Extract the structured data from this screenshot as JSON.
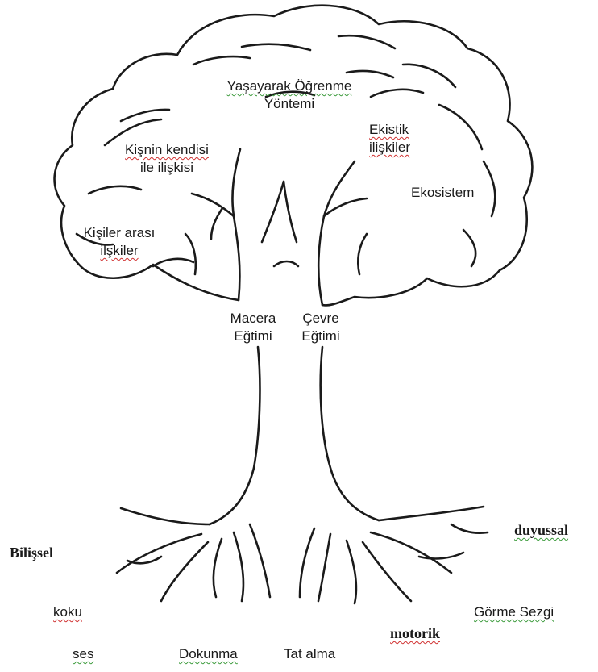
{
  "canopy": {
    "learning_method_line1": "Yaşayarak  Öğrenme",
    "learning_method_line2": "Yöntemi",
    "self_relation_line1": "Kişnin kendisi",
    "self_relation_line2": "ile ilişkisi",
    "ekistic_line1": "Ekistik",
    "ekistic_line2": "ilişkiler",
    "ecosystem": "Ekosistem",
    "interpersonal_line1": "Kişiler arası",
    "interpersonal_line2": "ilşkiler"
  },
  "trunk": {
    "adventure_line1": "Macera",
    "adventure_line2": "Eğtimi",
    "environment_line1": "Çevre",
    "environment_line2": "Eğtimi"
  },
  "roots": {
    "cognitive": "Bilişsel",
    "sensory": "duyussal",
    "motor": "motorik",
    "smell": "koku",
    "sound": "ses",
    "touch": "Dokunma",
    "taste": "Tat  alma",
    "sight_intuition": "Görme  Sezgi"
  },
  "colors": {
    "line": "#1a1a1a",
    "squiggle_green": "#3a9a3a",
    "squiggle_red": "#d03030"
  }
}
